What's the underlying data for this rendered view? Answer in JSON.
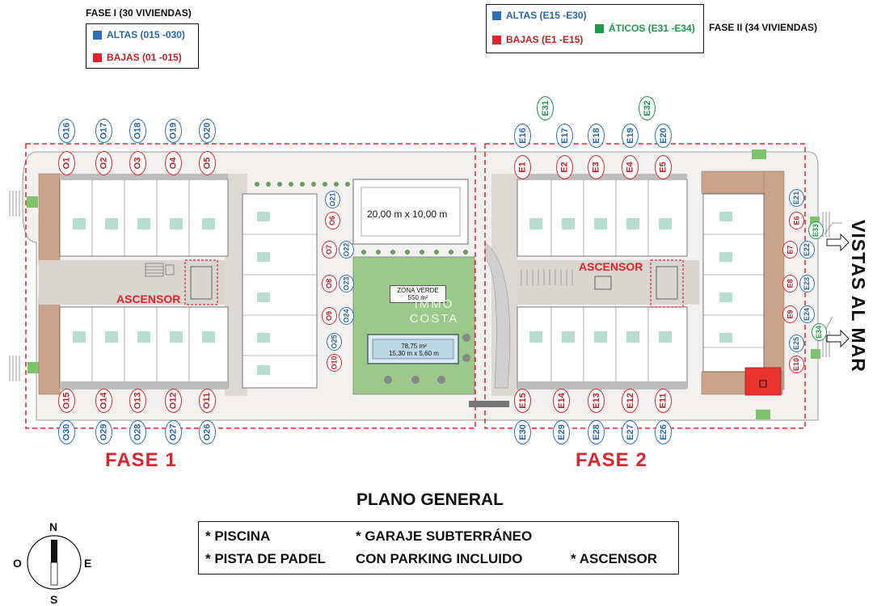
{
  "legend_fase1": {
    "title": "FASE I (30 VIVIENDAS)",
    "altas": "ALTAS (015 -030)",
    "bajas": "BAJAS (01 -015)"
  },
  "legend_fase2": {
    "altas": "ALTAS (E15 -E30)",
    "bajas": "BAJAS (E1 -E15)",
    "aticos": "ÁTICOS (E31 -E34)",
    "title": "FASE II (34 VIVIENDAS)"
  },
  "colors": {
    "altas": "#2f6fb4",
    "bajas": "#e0242b",
    "aticos": "#1c9a48"
  },
  "site": {
    "padel_label": "20,00 m x 10,00 m",
    "zona_verde_title": "ZONA VERDE",
    "zona_verde_area": "550 m²",
    "pool_area": "78,75 m²",
    "pool_dims": "15,30 m x 5,60 m",
    "watermark_1": "IMMO",
    "watermark_2": "COSTA",
    "ascensor_1": "ASCENSOR",
    "ascensor_2": "ASCENSOR"
  },
  "fase1": {
    "label": "FASE 1",
    "top_upper": [
      "O16",
      "O17",
      "O18",
      "O19",
      "O20"
    ],
    "top_lower": [
      "O1",
      "O2",
      "O3",
      "O4",
      "O5"
    ],
    "bottom_upper": [
      "O15",
      "O14",
      "O13",
      "O12",
      "O11"
    ],
    "bottom_lower": [
      "O30",
      "O29",
      "O28",
      "O27",
      "O26"
    ],
    "side_red": [
      "O6",
      "O7",
      "O8",
      "O9",
      "O10"
    ],
    "side_blue": [
      "O21",
      "O22",
      "O23",
      "O24",
      "O25"
    ]
  },
  "fase2": {
    "label": "FASE 2",
    "aticos_top": [
      "E31",
      "E32"
    ],
    "top_upper": [
      "E16",
      "E17",
      "E18",
      "E19",
      "E20"
    ],
    "top_lower": [
      "E1",
      "E2",
      "E3",
      "E4",
      "E5"
    ],
    "bottom_upper": [
      "E15",
      "E14",
      "E13",
      "E12",
      "E11"
    ],
    "bottom_lower": [
      "E30",
      "E29",
      "E28",
      "E27",
      "E26"
    ],
    "side_red": [
      "E6",
      "E7",
      "E8",
      "E9",
      "E10"
    ],
    "side_blue": [
      "E21",
      "E22",
      "E23",
      "E24",
      "E25"
    ],
    "aticos_side": [
      "E33",
      "E34"
    ]
  },
  "vistas": "VISTAS AL MAR",
  "plano_title": "PLANO GENERAL",
  "amenities": {
    "piscina": "* PISCINA",
    "padel": "* PISTA DE PADEL",
    "garaje": "* GARAJE SUBTERRÁNEO",
    "parking": "CON PARKING INCLUIDO",
    "ascensor": "* ASCENSOR"
  },
  "compass": {
    "n": "N",
    "s": "S",
    "e": "E",
    "o": "O"
  }
}
